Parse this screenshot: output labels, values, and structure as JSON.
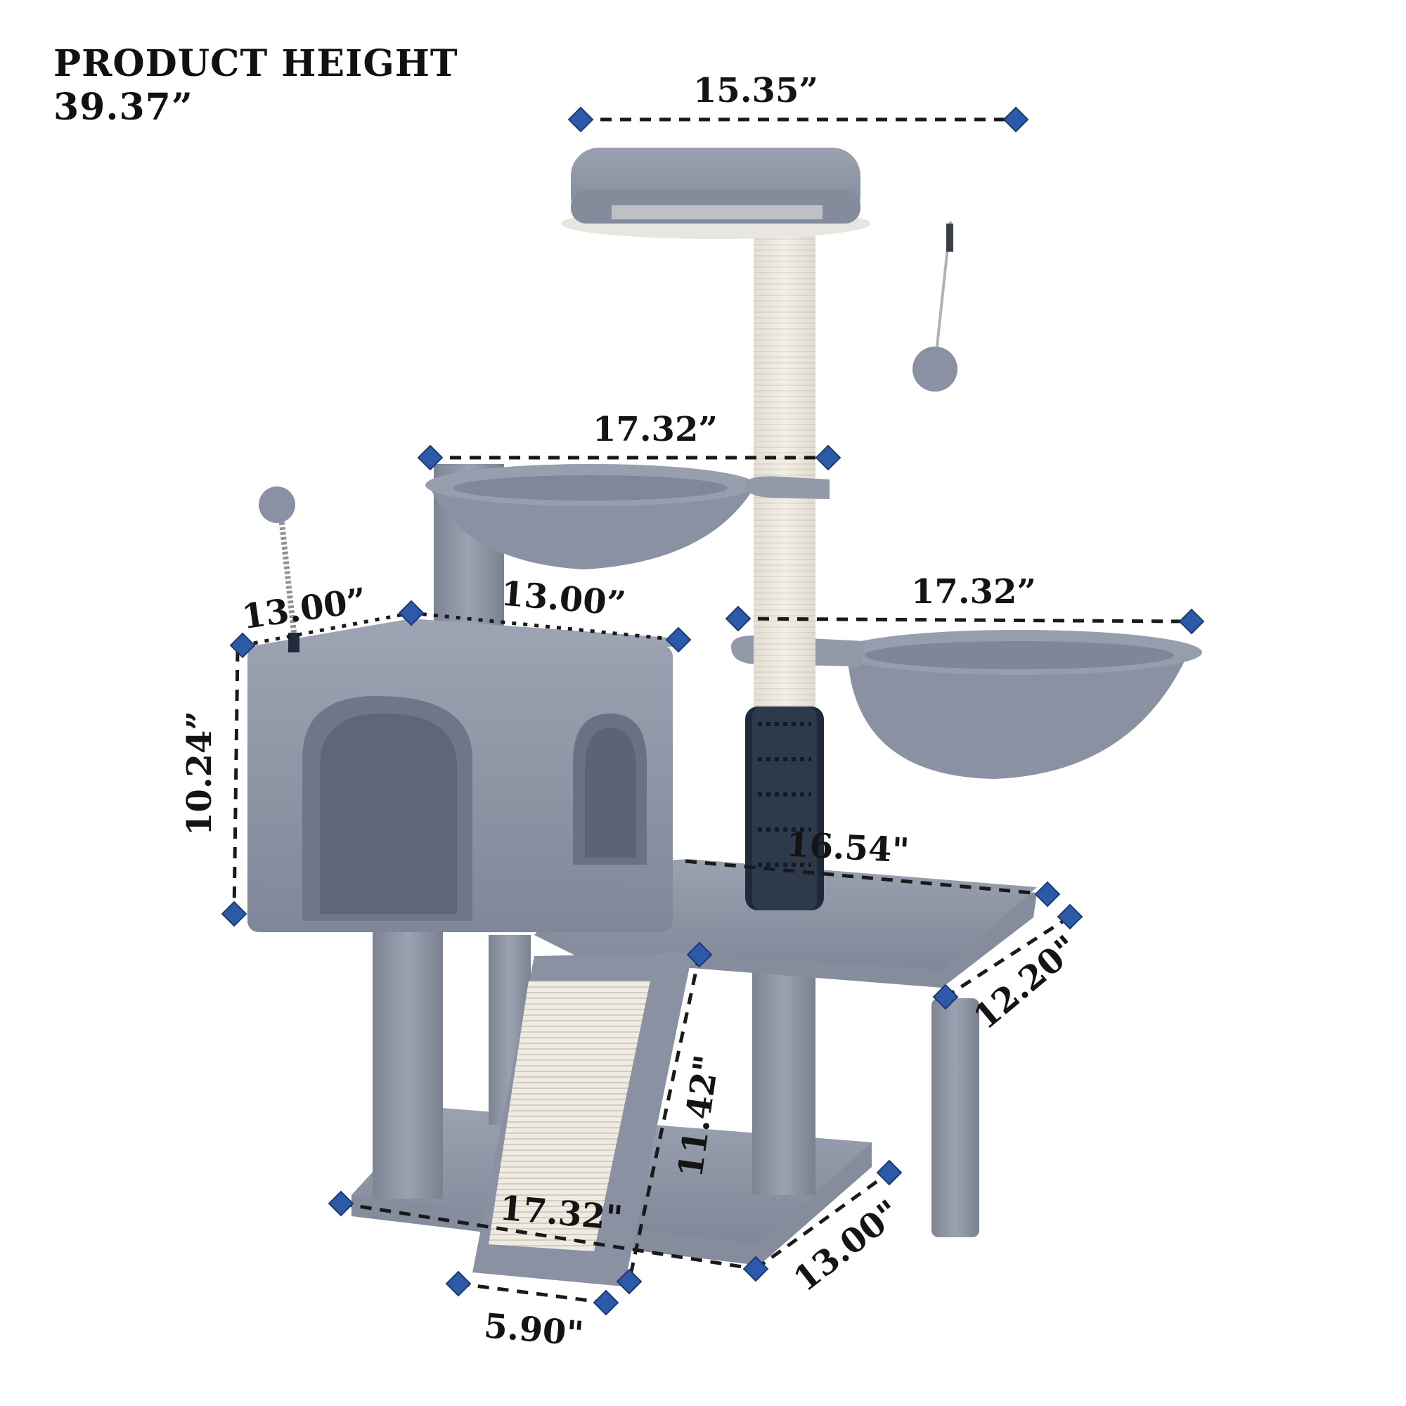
{
  "header": {
    "line1": "PRODUCT HEIGHT",
    "line2": "39.37”"
  },
  "dimensions": {
    "top_perch_width": "15.35”",
    "upper_hammock_width": "17.32”",
    "side_hammock_width": "17.32”",
    "condo_depth": "13.00”",
    "condo_width": "13.00”",
    "condo_height": "10.24”",
    "platform_width": "16.54\"",
    "platform_depth": "12.20\"",
    "ramp_length": "11.42\"",
    "base_width": "17.32\"",
    "base_depth": "13.00\"",
    "ramp_width": "5.90\""
  },
  "colors": {
    "plush_gray": "#8f96a6",
    "plush_dark": "#7a8192",
    "sisal": "#eeeae0",
    "marker_blue": "#2d5aa8",
    "dash_line": "#1a1a1a"
  },
  "icons": {
    "marker": "blue-diamond-marker"
  }
}
